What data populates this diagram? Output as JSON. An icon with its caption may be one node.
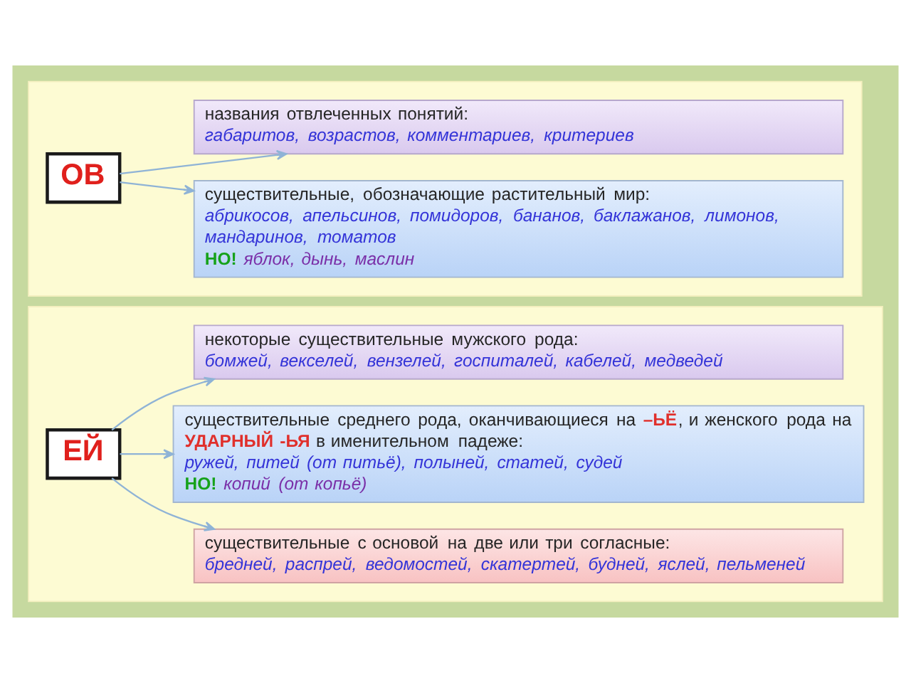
{
  "diagram": {
    "nodes": [
      {
        "text": [],
        "shape": "box"
      },
      {
        "text": [
          "ОВ"
        ],
        "in": 0
      },
      {
        "text": [
          "названия отвлеченных понятий:",
          "габаритов, возрастов, комментариев, критериев"
        ],
        "in": 0
      },
      {
        "text": [
          "существительные, обозначающие растительный мир:",
          "абрикосов, апельсинов, помидоров, бананов, баклажанов, лимонов, мандаринов, томатов",
          "**НО!** яблок, дынь, маслин"
        ],
        "in": 0
      },
      {
        "text": [],
        "shape": "box"
      },
      {
        "text": [
          "ЕЙ"
        ],
        "in": 4
      },
      {
        "text": [
          "некоторые существительные мужского рода:",
          "бомжей, векселей, вензелей, госпиталей, кабелей, медведей"
        ],
        "in": 4
      },
      {
        "text": [
          "существительные среднего рода, оканчивающиеся на **–ЬЁ**, и женского рода на **УДАРНЫЙ -ЬЯ** в именительном падеже:",
          "ружей, питей (от питьё), полыней, статей, судей",
          "**НО!** копий (от копьё)"
        ],
        "in": 4
      },
      {
        "text": [
          "существительные с основой на две или три согласные:",
          "бредней, распрей, ведомостей, скатертей, будней, яслей, пельменей"
        ],
        "in": 4
      }
    ],
    "edges": [
      {
        "from": 1,
        "to": 2,
        "arrow": "to"
      },
      {
        "from": 1,
        "to": 3,
        "arrow": "to"
      },
      {
        "from": 5,
        "to": 6,
        "arrow": "to"
      },
      {
        "from": 5,
        "to": 7,
        "arrow": "to"
      },
      {
        "from": 5,
        "to": 8,
        "arrow": "to"
      }
    ]
  }
}
